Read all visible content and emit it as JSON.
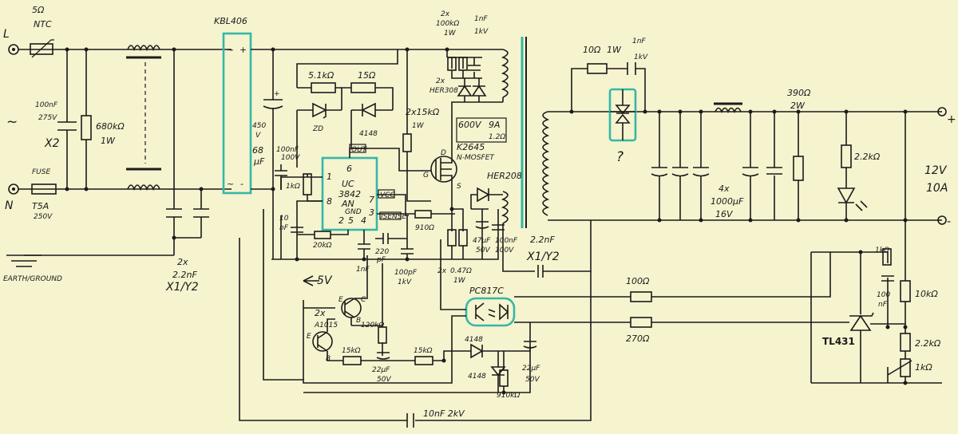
{
  "labels": {
    "L": "L",
    "N": "N",
    "ntc_val": "5Ω",
    "ntc": "NTC",
    "ac_symbol": "~",
    "c_x2_val": "100nF",
    "c_x2_volt": "275V",
    "c_x2_type": "X2",
    "r_680k": "680kΩ",
    "r_680k_p": "1W",
    "fuse": "FUSE",
    "fuse_val": "T5A",
    "fuse_volt": "250V",
    "earth": "EARTH/GROUND",
    "cy_2x": "2x",
    "cy_val": "2.2nF",
    "cy_type": "X1/Y2",
    "bridge": "KBL406",
    "bridge_tilde1": "~",
    "bridge_plus": "+",
    "bridge_tilde2": "~",
    "bridge_minus": "-",
    "bulk_v": "450",
    "bulk_v2": "V",
    "bulk_c": "68",
    "bulk_c2": "μF",
    "r_51k": "5.1kΩ",
    "zd": "ZD",
    "r_15": "15Ω",
    "d_4148": "4148",
    "out": "OUT",
    "c_100n": "100nF",
    "c_100n_v": "100V",
    "r_1k": "1kΩ",
    "uc_l1": "UC",
    "uc_l2": "3842",
    "uc_l3": "AN",
    "pin6": "6",
    "pin1": "1",
    "pin8": "8",
    "pin7": "7",
    "pin2": "2",
    "pin5": "5",
    "pin4": "4",
    "pin3": "3",
    "gnd": "GND",
    "vcc": "VCC",
    "isense": "ISENSE",
    "c_10n_a": "10",
    "c_10n_b": "nF",
    "r_20k": "20kΩ",
    "c_1n": "1nF",
    "c_220p": "220",
    "c_220p_u": "pF",
    "c_100p": "100pF",
    "c_100p_v": "1kV",
    "r_910": "910Ω",
    "r_sense_2x": "2x",
    "r_sense": "0.47Ω",
    "r_sense_p": "1W",
    "snub_2x": "2x",
    "snub_r": "100kΩ",
    "snub_rp": "1W",
    "snub_c": "1nF",
    "snub_cv": "1kV",
    "her2x": "2x",
    "her": "HER308",
    "r_2x15k": "2x15kΩ",
    "r_2x15k_p": "1W",
    "mos_v": "600V",
    "mos_a": "9A",
    "mos_r": "1.2Ω",
    "mos_part": "K2645",
    "mos_type": "N-MOSFET",
    "pin_d": "D",
    "pin_g": "G",
    "pin_s": "S",
    "her208": "HER208",
    "c_47u": "47μF",
    "c_47u_v": "50V",
    "c_100n_b": "100nF",
    "c_100n_b_v": "100V",
    "c_y_2n2": "2.2nF",
    "c_y_type": "X1/Y2",
    "r_10": "10Ω",
    "r_10_p": "1W",
    "c_1n_o": "1nF",
    "c_1n_o_v": "1kV",
    "question": "?",
    "c_out_4x": "4x",
    "c_out": "1000μF",
    "c_out_v": "16V",
    "r_390": "390Ω",
    "r_390_p": "2W",
    "r_2k2": "2.2kΩ",
    "out_v": "12V",
    "out_a": "10A",
    "out_plus": "+",
    "out_minus": "-",
    "neg5v": "-5V",
    "q_2x": "2x",
    "q_part": "A1015",
    "q_e1": "E",
    "q_c1": "C",
    "q_b1": "B",
    "q_e2": "E",
    "q_b2": "B",
    "r_120k": "120kΩ",
    "r_15k_a": "15kΩ",
    "r_15k_b": "15kΩ",
    "c_22u": "22μF",
    "c_22u_v": "50V",
    "d_4148_b": "4148",
    "d_4148_c": "4148",
    "r_910k": "910kΩ",
    "c_22u_b": "22μF",
    "c_22u_b_v": "50V",
    "opto": "PC817C",
    "r_100": "100Ω",
    "r_270": "270Ω",
    "r_1k_tl": "1kΩ",
    "c_100n_tl": "100",
    "c_100n_tl_u": "nF",
    "tl431": "TL431",
    "r_10k": "10kΩ",
    "r_2k2_b": "2.2kΩ",
    "r_1k_b": "1kΩ",
    "c_10nf_2kv": "10nF 2kV"
  }
}
